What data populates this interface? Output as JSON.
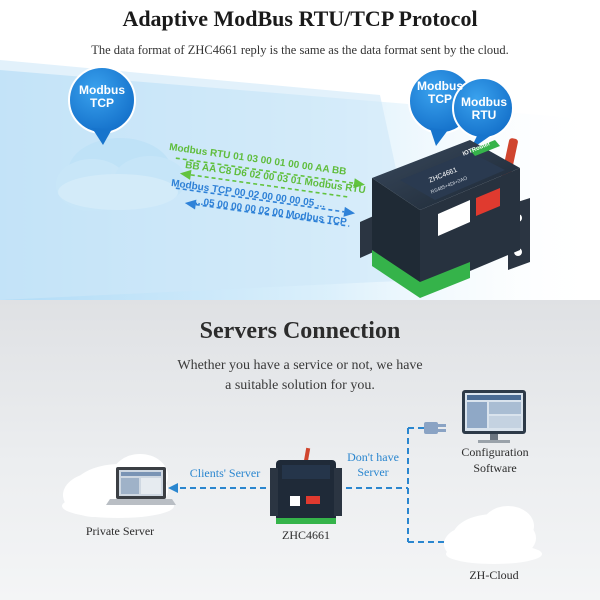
{
  "protocol": {
    "title": "Adaptive ModBus RTU/TCP Protocol",
    "subtitle": "The data format of ZHC4661 reply is the same as the data format sent by the cloud.",
    "bubble_left": {
      "line1": "Modbus",
      "line2": "TCP"
    },
    "bubble_right_tcp": {
      "line1": "Modbus",
      "line2": "TCP"
    },
    "bubble_right_rtu": {
      "line1": "Modbus",
      "line2": "RTU"
    },
    "data_lines": [
      {
        "text": "Modbus RTU 01 03 00 01 00 00 AA BB",
        "color": "#5fbd3c"
      },
      {
        "text": "BB AA C8  D6 02 00 03 01 Modbus RTU",
        "color": "#5fbd3c"
      },
      {
        "text": "Modbus TCP 00 02 00 00 00 05 ...",
        "color": "#2e80d6"
      },
      {
        "text": "...05 00 00 00 02 00 Modbus TCP",
        "color": "#2e80d6"
      }
    ],
    "device": {
      "brand": "IOTRouter",
      "model": "ZHC4661",
      "sub": "RS485+4DI+2AO"
    }
  },
  "servers": {
    "title": "Servers Connection",
    "subtitle_line1": "Whether you have a service or not, we have",
    "subtitle_line2": "a suitable solution for you.",
    "clients_label": "Clients' Server",
    "dont_have_line1": "Don't have",
    "dont_have_line2": "Server",
    "private_server": "Private Server",
    "device_label": "ZHC4661",
    "config_line1": "Configuration",
    "config_line2": "Software",
    "zh_cloud": "ZH-Cloud",
    "accent_color": "#2a86cf"
  }
}
